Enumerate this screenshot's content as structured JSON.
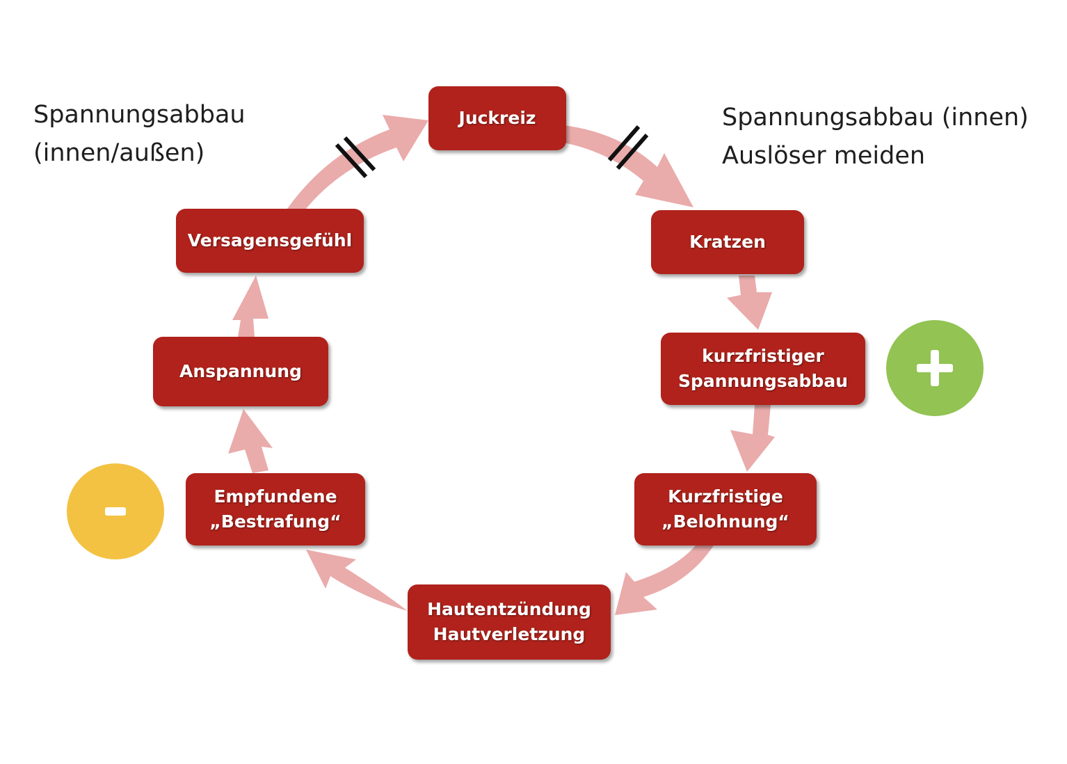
{
  "nodes": {
    "juckreiz": [
      "Juckreiz"
    ],
    "kratzen": [
      "Kratzen"
    ],
    "kurzfristiger_spannungsabbau": [
      "kurzfristiger",
      "Spannungsabbau"
    ],
    "kurzfristige_belohnung": [
      "Kurzfristige",
      "„Belohnung“"
    ],
    "hautentzuendung": [
      "Hautentzündung",
      "Hautverletzung"
    ],
    "empfundene_bestrafung": [
      "Empfundene",
      "„Bestrafung“"
    ],
    "anspannung": [
      "Anspannung"
    ],
    "versagensgefuehl": [
      "Versagensgefühl"
    ]
  },
  "notes": {
    "left": [
      "Spannungsabbau",
      "(innen/außen)"
    ],
    "right": [
      "Spannungsabbau (innen)",
      "Auslöser meiden"
    ]
  },
  "badges": {
    "plus": {
      "icon": "plus-icon",
      "color": "#92c353"
    },
    "minus": {
      "icon": "minus-icon",
      "color": "#f4c242"
    }
  },
  "colors": {
    "node_fill": "#b0221b",
    "arrow_fill": "#eaabab"
  }
}
